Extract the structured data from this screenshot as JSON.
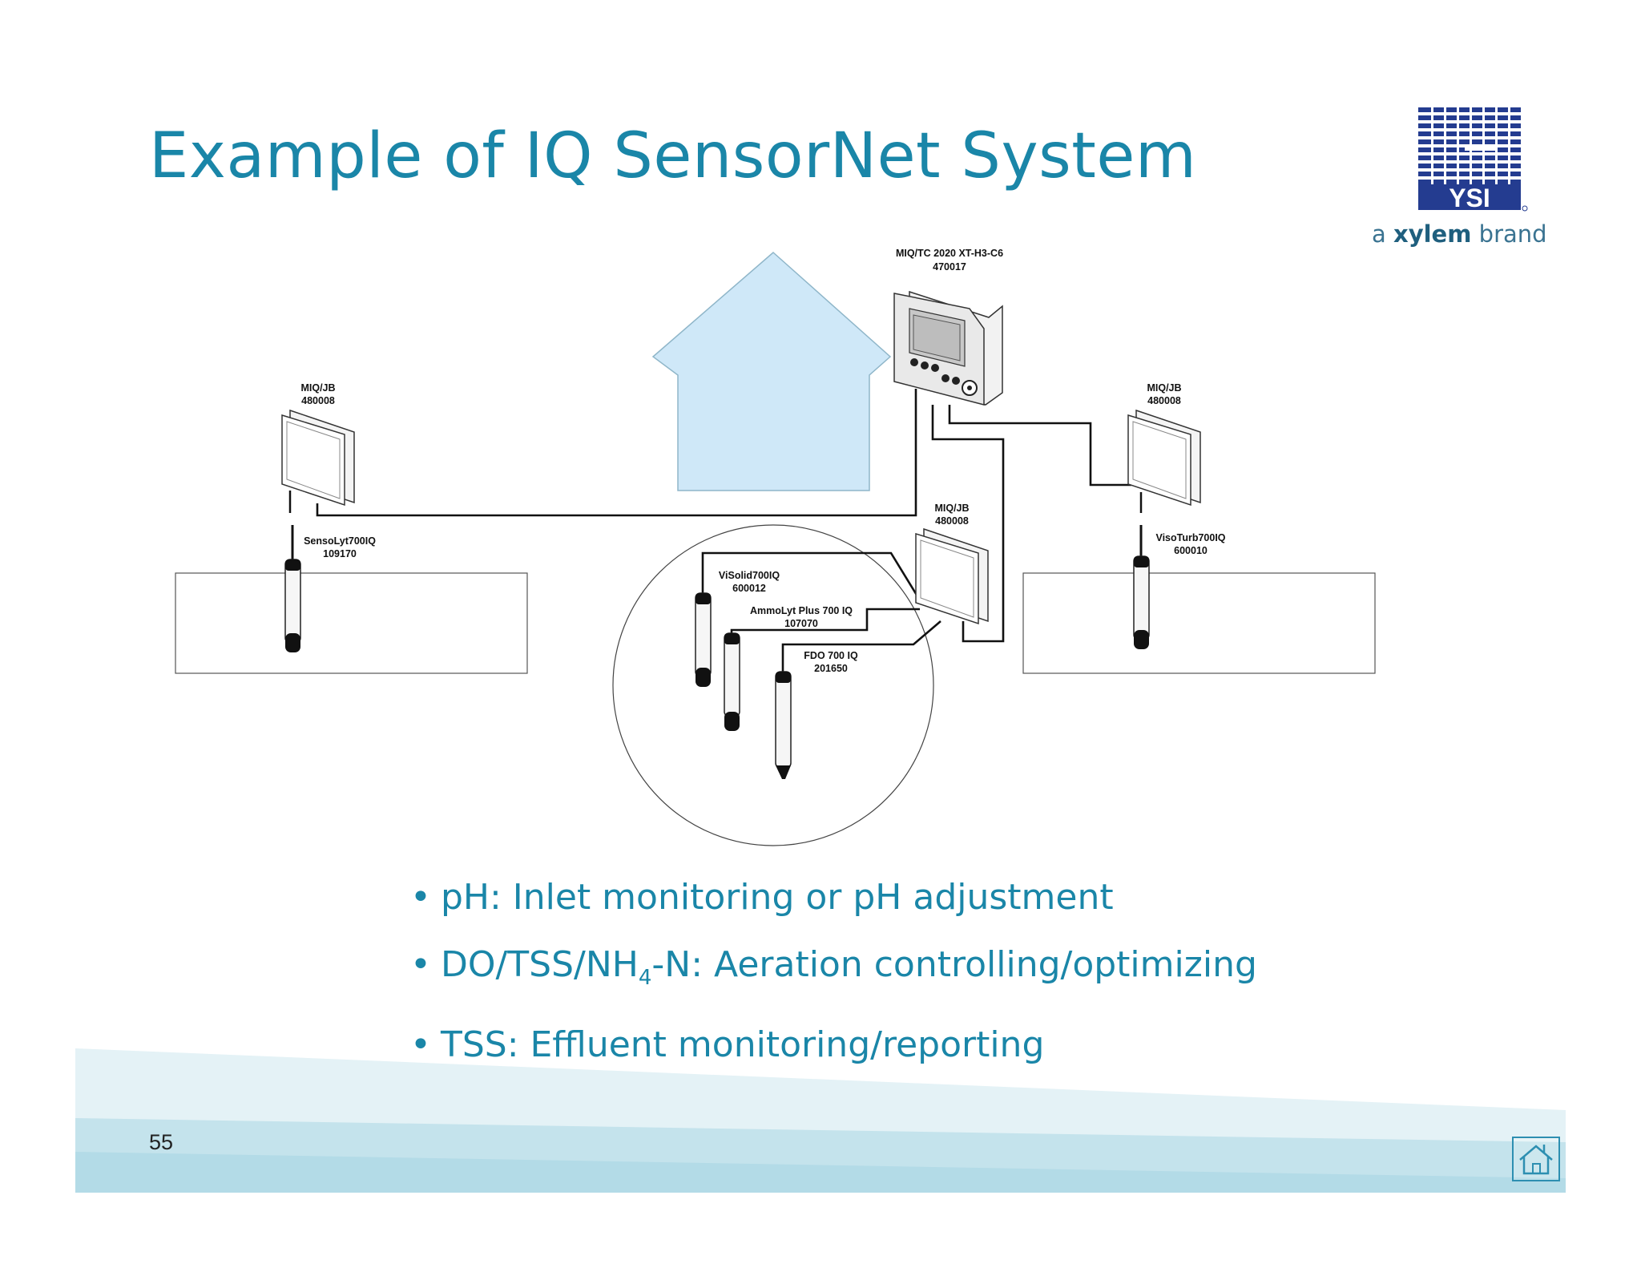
{
  "slide": {
    "title": "Example of IQ SensorNet System",
    "page_number": "55"
  },
  "brand": {
    "logo_text": "YSI",
    "tagline_prefix": "a ",
    "tagline_bold": "xylem",
    "tagline_suffix": " brand"
  },
  "diagram": {
    "controller": {
      "model": "MIQ/TC 2020 XT-H3-C6",
      "part": "470017"
    },
    "jb_left": {
      "model": "MIQ/JB",
      "part": "480008"
    },
    "jb_center": {
      "model": "MIQ/JB",
      "part": "480008"
    },
    "jb_right": {
      "model": "MIQ/JB",
      "part": "480008"
    },
    "sensor_sensolyt": {
      "model": "SensoLyt700IQ",
      "part": "109170"
    },
    "sensor_visolid": {
      "model": "ViSolid700IQ",
      "part": "600012"
    },
    "sensor_ammolyt": {
      "model": "AmmoLyt Plus 700 IQ",
      "part": "107070"
    },
    "sensor_fdo": {
      "model": "FDO 700 IQ",
      "part": "201650"
    },
    "sensor_visoturb": {
      "model": "VisoTurb700IQ",
      "part": "600010"
    }
  },
  "bullets": [
    {
      "text": "pH: Inlet monitoring or pH adjustment"
    },
    {
      "pre": "DO/TSS/NH",
      "sub": "4",
      "post": "-N: Aeration controlling/optimizing"
    },
    {
      "text": "TSS: Effluent monitoring/reporting"
    }
  ],
  "colors": {
    "title": "#1a86a8",
    "house": "#cfe8f8",
    "logo_blue": "#243c90",
    "footer_band": "#c4e3ec"
  }
}
